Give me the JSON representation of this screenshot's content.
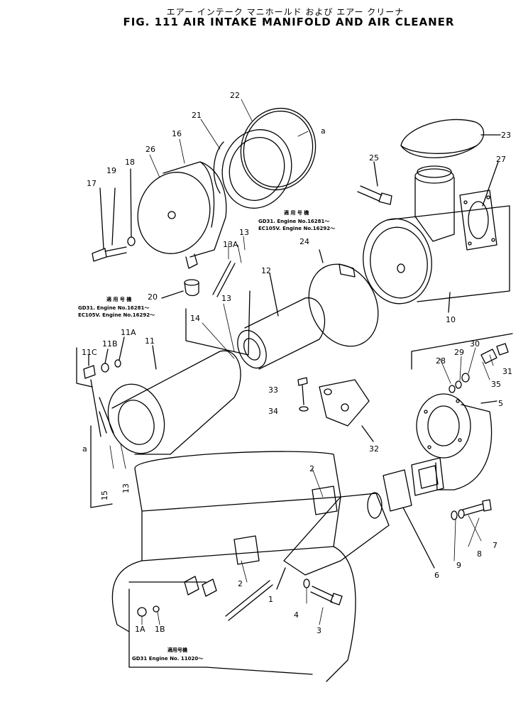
{
  "title_jp": "エアー インテーク マニホールド および エアー クリーナ",
  "title_en": "FIG. 111  AIR INTAKE MANIFOLD AND AIR CLEANER",
  "notes": {
    "note1_head": "適 用 号 機",
    "note1_l1": "GD31.   Engine No.16281～",
    "note1_l2": "EC105V. Engine No.16292～",
    "note2_head": "適 用 号 機",
    "note2_l1": "GD31.   Engine No.16281～",
    "note2_l2": "EC105V. Engine No.16292～",
    "note3_head": "適用号機",
    "note3_l1": "GD31 Engine No. 11020～"
  },
  "callouts": [
    {
      "id": "c22",
      "label": "22"
    },
    {
      "id": "c21",
      "label": "21"
    },
    {
      "id": "c16",
      "label": "16"
    },
    {
      "id": "c26",
      "label": "26"
    },
    {
      "id": "c18",
      "label": "18"
    },
    {
      "id": "c19",
      "label": "19"
    },
    {
      "id": "c17",
      "label": "17"
    },
    {
      "id": "c8a",
      "label": "a"
    },
    {
      "id": "c23",
      "label": "23"
    },
    {
      "id": "c25",
      "label": "25"
    },
    {
      "id": "c27",
      "label": "27"
    },
    {
      "id": "c13a",
      "label": "13"
    },
    {
      "id": "c13A",
      "label": "13A"
    },
    {
      "id": "c24",
      "label": "24"
    },
    {
      "id": "c12",
      "label": "12"
    },
    {
      "id": "c20",
      "label": "20"
    },
    {
      "id": "c14",
      "label": "14"
    },
    {
      "id": "c13b",
      "label": "13"
    },
    {
      "id": "c10",
      "label": "10"
    },
    {
      "id": "c11",
      "label": "11"
    },
    {
      "id": "c11A",
      "label": "11A"
    },
    {
      "id": "c11B",
      "label": "11B"
    },
    {
      "id": "c11C",
      "label": "11C"
    },
    {
      "id": "c28",
      "label": "28"
    },
    {
      "id": "c29",
      "label": "29"
    },
    {
      "id": "c30",
      "label": "30"
    },
    {
      "id": "c31",
      "label": "31"
    },
    {
      "id": "c35",
      "label": "35"
    },
    {
      "id": "c33",
      "label": "33"
    },
    {
      "id": "c34",
      "label": "34"
    },
    {
      "id": "c5",
      "label": "5"
    },
    {
      "id": "c32",
      "label": "32"
    },
    {
      "id": "c8b",
      "label": "a"
    },
    {
      "id": "c15",
      "label": "15"
    },
    {
      "id": "c13c",
      "label": "13"
    },
    {
      "id": "c2a",
      "label": "2"
    },
    {
      "id": "c2b",
      "label": "2"
    },
    {
      "id": "c6",
      "label": "6"
    },
    {
      "id": "c7",
      "label": "7"
    },
    {
      "id": "c8",
      "label": "8"
    },
    {
      "id": "c9",
      "label": "9"
    },
    {
      "id": "c1",
      "label": "1"
    },
    {
      "id": "c4",
      "label": "4"
    },
    {
      "id": "c3",
      "label": "3"
    },
    {
      "id": "c1A",
      "label": "1A"
    },
    {
      "id": "c1B",
      "label": "1B"
    }
  ]
}
